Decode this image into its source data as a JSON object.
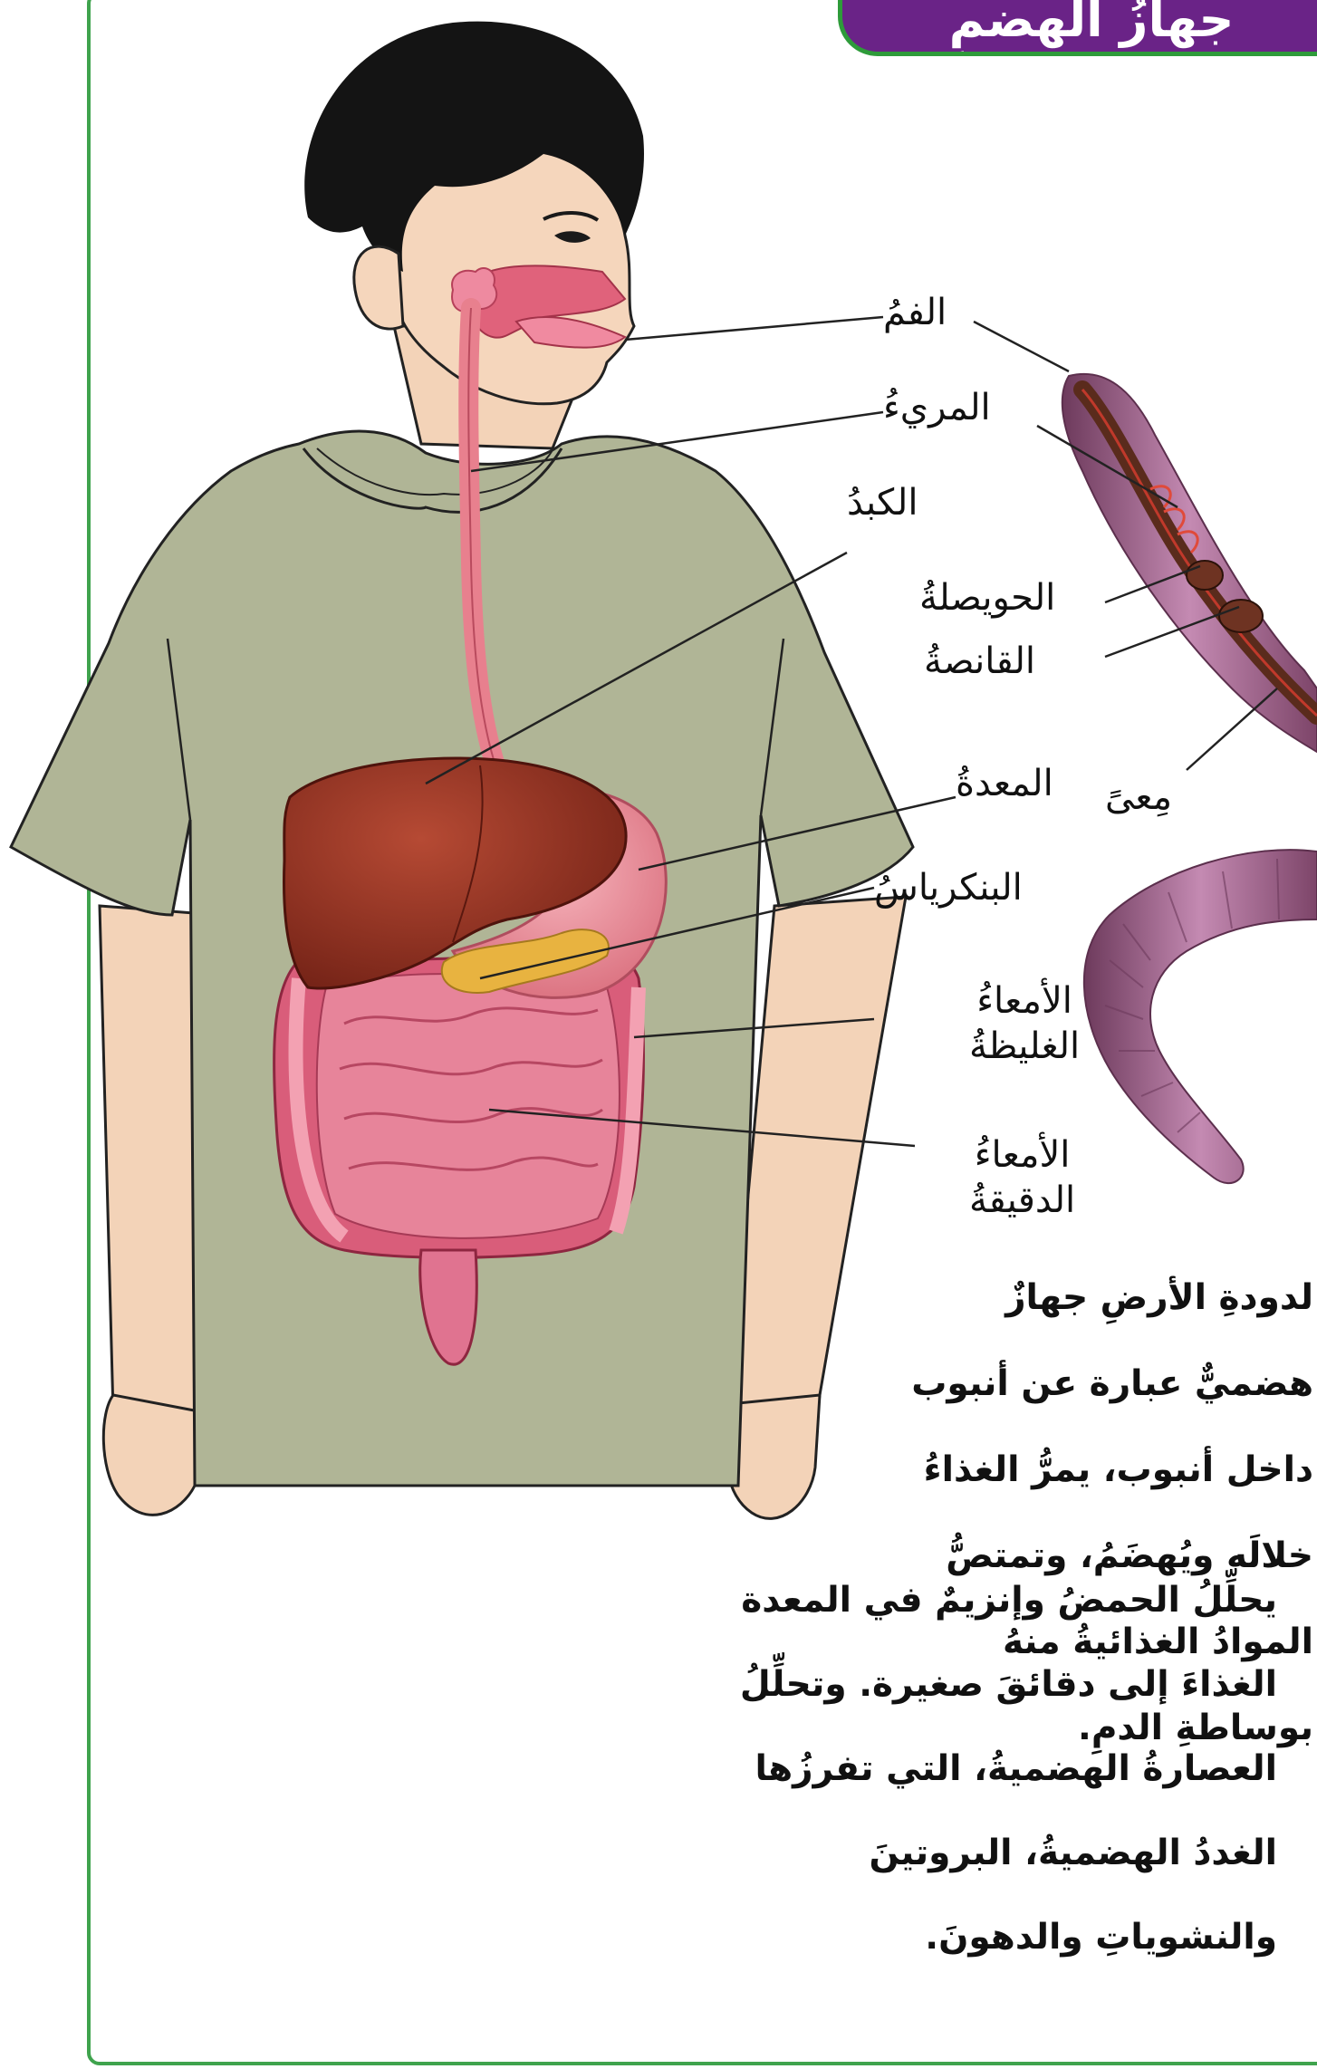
{
  "title": "جهازُ الهضمِ",
  "human_labels": {
    "mouth": "الفمُ",
    "esophagus": "المريءُ",
    "liver": "الكبدُ",
    "stomach": "المعدةُ",
    "pancreas": "البنكرياسُ",
    "large_intestine_1": "الأمعاءُ",
    "large_intestine_2": "الغليظةُ",
    "small_intestine_1": "الأمعاءُ",
    "small_intestine_2": "الدقيقةُ"
  },
  "worm_labels": {
    "crop": "الحويصلةُ",
    "gizzard": "القانصةُ",
    "intestine": "مِعىً"
  },
  "worm_caption": [
    "لدودةِ الأرضِ جهازٌ",
    "هضميٌّ عبارة عن أنبوب",
    "داخل أنبوب، يمرُّ الغذاءُ",
    "خلالَه ويُهضَمُ، وتمتصُّ",
    "الموادُ الغذائيةُ منهُ",
    "بوساطةِ الدمِ."
  ],
  "human_caption": [
    "يحلِّلُ الحمضُ وإنزيمٌ في المعدة",
    "الغذاءَ إلى دقائقَ صغيرة. وتحلِّلُ",
    "العصارةُ الهضميةُ، التي تفرزُها",
    "الغددُ الهضميةُ، البروتينَ",
    "والنشوياتِ والدهونَ."
  ],
  "colors": {
    "frame_green": "#3fa34d",
    "title_purple": "#6a2387",
    "shirt": "#b0b596",
    "skin": "#f5d6bc",
    "hair": "#141414",
    "liver": "#8d2e1e",
    "intestine": "#d9647e",
    "worm": "#a2668f"
  }
}
